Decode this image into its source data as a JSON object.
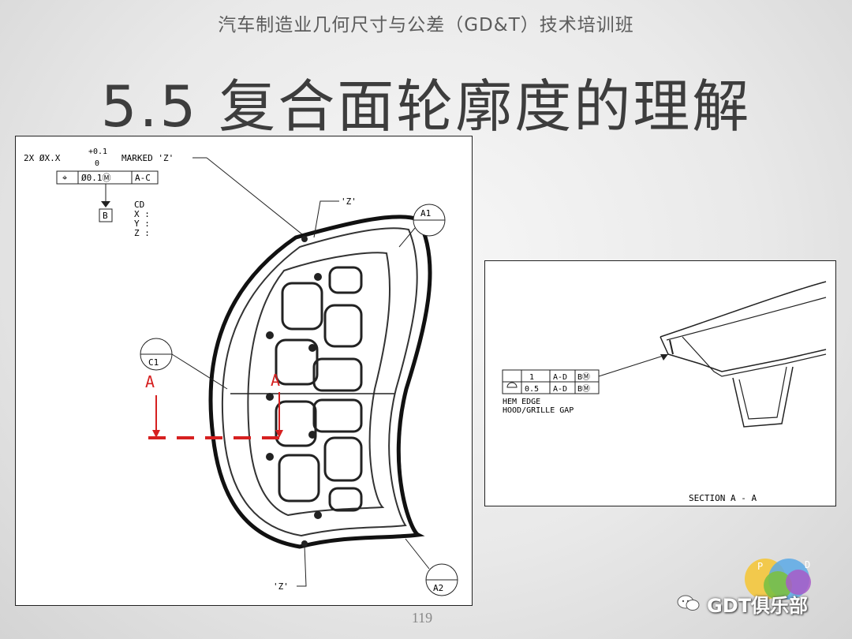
{
  "header": {
    "subtitle": "汽车制造业几何尺寸与公差（GD&T）技术培训班"
  },
  "slide": {
    "title": "5.5 复合面轮廓度的理解",
    "page_number": "119"
  },
  "drawing": {
    "hole_note": "2X  ØX.X",
    "tol_plus": "+0.1",
    "tol_minus": "0",
    "marked_note": "MARKED 'Z'",
    "fcf_symbol": "⌖",
    "fcf_tolerance": "Ø0.1Ⓜ",
    "fcf_datum": "A-C",
    "datum_label": "B",
    "cd_label": "CD",
    "x_label": "X :",
    "y_label": "Y :",
    "z_label": "Z :",
    "z_top": "'Z'",
    "z_bottom": "'Z'",
    "a1": "A1",
    "a2": "A2",
    "c1": "C1",
    "section_left": "A",
    "section_right": "A"
  },
  "section_view": {
    "row1_tol": "1",
    "row1_datums": "A-D",
    "row1_mod": "BⓂ",
    "row2_tol": "0.5",
    "row2_datums": "A-D",
    "row2_mod": "BⓂ",
    "note_line1": "HEM EDGE",
    "note_line2": "HOOD/GRILLE GAP",
    "caption": "SECTION  A - A"
  },
  "watermark": {
    "text": "GDT俱乐部",
    "logo_p": "P",
    "logo_d": "D"
  },
  "colors": {
    "section_marker": "#d62020",
    "background": "#e9e9e9"
  }
}
